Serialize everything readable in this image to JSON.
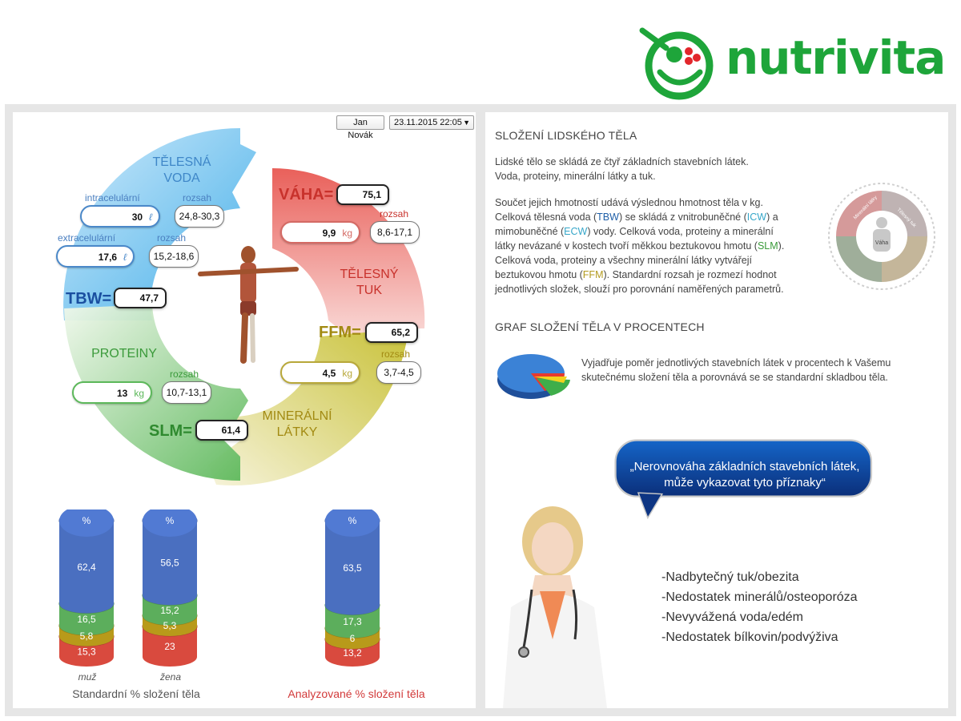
{
  "brand": {
    "name": "nutrivita",
    "color": "#1ea53a"
  },
  "controls": {
    "person_name": "Jan Novák",
    "datetime": "23.11.2015 22:05"
  },
  "ring": {
    "water": {
      "title_line1": "TĚLESNÁ",
      "title_line2": "VODA",
      "icw_label": "intracelulární",
      "icw_value": "30",
      "icw_unit": "ℓ",
      "icw_range_label": "rozsah",
      "icw_range": "24,8-30,3",
      "ecw_label": "extracelulární",
      "ecw_value": "17,6",
      "ecw_unit": "ℓ",
      "ecw_range_label": "rozsah",
      "ecw_range": "15,2-18,6",
      "tbw_label": "TBW=",
      "tbw_value": "47,7"
    },
    "fat": {
      "weight_label": "VÁHA=",
      "weight_value": "75,1",
      "fat_value": "9,9",
      "fat_unit": "kg",
      "fat_range_label": "rozsah",
      "fat_range": "8,6-17,1",
      "title_line1": "TĚLESNÝ",
      "title_line2": "TUK",
      "ffm_label": "FFM=",
      "ffm_value": "65,2"
    },
    "minerals": {
      "value": "4,5",
      "unit": "kg",
      "range_label": "rozsah",
      "range": "3,7-4,5",
      "title_line1": "MINERÁLNÍ",
      "title_line2": "LÁTKY"
    },
    "protein": {
      "title": "PROTEINY",
      "value": "13",
      "unit": "kg",
      "range_label": "rozsah",
      "range": "10,7-13,1",
      "slm_label": "SLM=",
      "slm_value": "61,4"
    },
    "colors": {
      "water": "#4fb3e8",
      "fat": "#e8706a",
      "minerals": "#c9c24a",
      "protein": "#6cc06a"
    }
  },
  "cylinders": {
    "standard_title": "Standardní % složení těla",
    "analyzed_title": "Analyzované % složení těla",
    "top_label": "%",
    "male": {
      "caption": "muž",
      "water": "62,4",
      "protein": "16,5",
      "mineral": "5,8",
      "fat": "15,3"
    },
    "female": {
      "caption": "žena",
      "water": "56,5",
      "protein": "15,2",
      "mineral": "5,3",
      "fat": "23"
    },
    "analyzed": {
      "water": "63,5",
      "protein": "17,3",
      "mineral": "6",
      "fat": "13,2"
    },
    "colors": {
      "water": "#4a6fc0",
      "protein": "#5cae5c",
      "mineral": "#b89a1a",
      "fat": "#d94a3e"
    }
  },
  "right": {
    "section1_title": "SLOŽENÍ LIDSKÉHO TĚLA",
    "intro_line1": "Lidské tělo se skládá ze čtyř základních stavebních látek.",
    "intro_line2": "Voda, proteiny, minerální látky a tuk.",
    "p_line1": "Součet jejich hmotností udává výslednou hmotnost těla v kg.",
    "p_line2a": "Celková tělesná voda (",
    "tbw": "TBW",
    "p_line2b": ") se skládá z vnitrobuněčné (",
    "icw": "ICW",
    "p_line2c": ") a",
    "p_line3a": "mimobuněčné (",
    "ecw": "ECW",
    "p_line3b": ") vody. Celková voda, proteiny a minerální",
    "p_line4a": "látky nevázané v kostech tvoří měkkou beztukovou hmotu (",
    "slm": "SLM",
    "p_line4b": ").",
    "p_line5": "Celková voda, proteiny a všechny minerální látky vytvářejí",
    "p_line6a": "beztukovou hmotu (",
    "ffm": "FFM",
    "p_line6b": "). Standardní rozsah je rozmezí hodnot",
    "p_line7": "jednotlivých složek, slouží pro porovnání naměřených parametrů.",
    "mini_center": "Váha",
    "mini_q1": "Minerální látky",
    "mini_q2": "Tělesný tuk",
    "section2_title": "GRAF SLOŽENÍ TĚLA V PROCENTECH",
    "graph_line1": "Vyjadřuje poměr jednotlivých stavebních látek v procentech k Vašemu",
    "graph_line2": "skutečnému složení těla a porovnává se se standardní skladbou těla.",
    "bubble_line1": "„Nerovnováha základních stavebních látek,",
    "bubble_line2": "může vykazovat tyto příznaky“",
    "symptoms": [
      "-Nadbytečný tuk/obezita",
      "-Nedostatek minerálů/osteoporóza",
      "-Nevyvážená voda/edém",
      "-Nedostatek bílkovin/podvýživa"
    ]
  }
}
